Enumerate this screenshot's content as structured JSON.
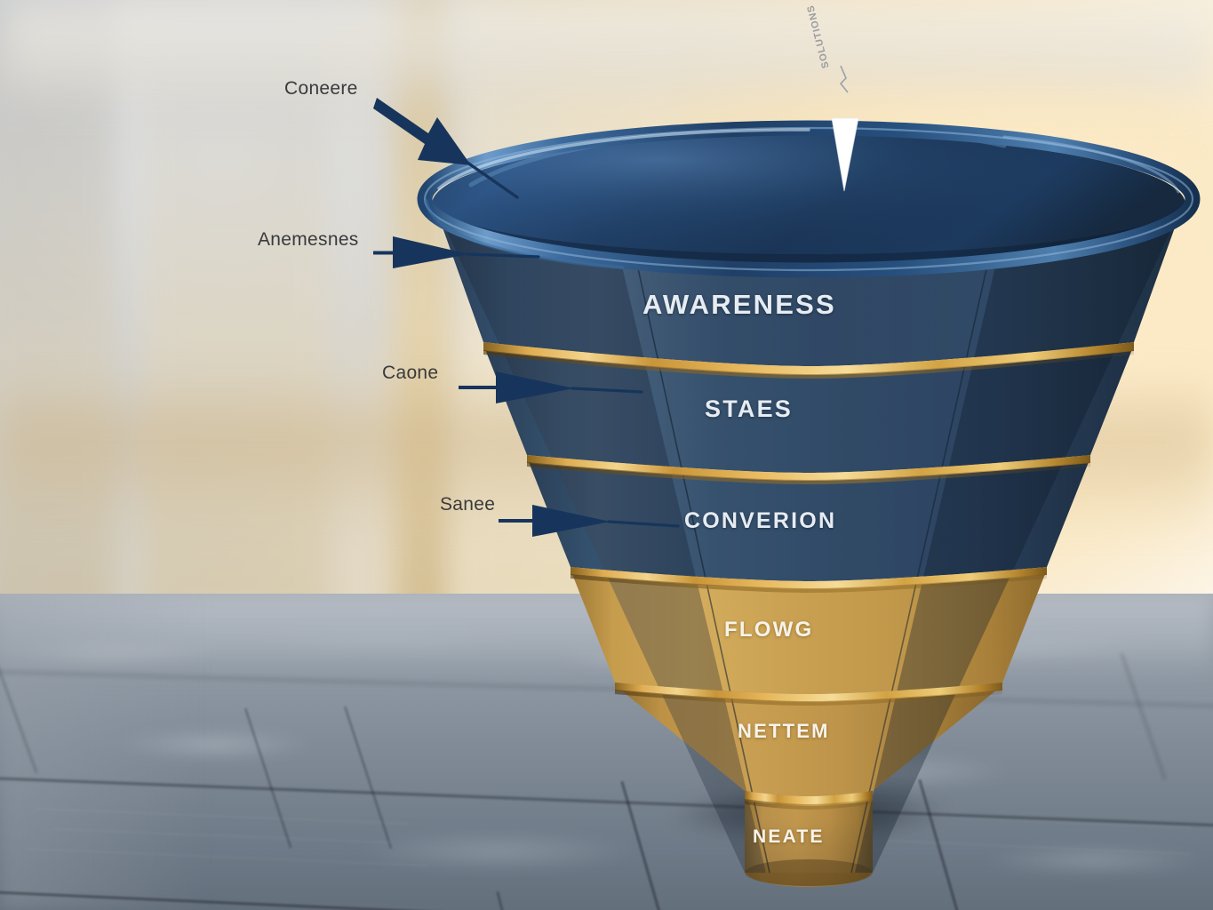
{
  "scene": {
    "type": "3d-marketing-funnel-photo",
    "title_text_visible": false
  },
  "funnel": {
    "stages": [
      {
        "id": "awareness",
        "label": "AWARENESS",
        "color_group": "navy",
        "fill": "#2e4560",
        "font_size": 31
      },
      {
        "id": "stages",
        "label": "STAES",
        "color_group": "navy",
        "fill": "#2f4762",
        "font_size": 27
      },
      {
        "id": "conversion",
        "label": "CONVERION",
        "color_group": "navy",
        "fill": "#304863",
        "font_size": 25
      },
      {
        "id": "flow",
        "label": "FLOWG",
        "color_group": "gold",
        "fill": "#c49a4a",
        "font_size": 24
      },
      {
        "id": "nettem",
        "label": "NETTEM",
        "color_group": "gold",
        "fill": "#b68f46",
        "font_size": 22
      },
      {
        "id": "neate",
        "label": "NEATE",
        "color_group": "gold",
        "fill": "#b4903f",
        "font_size": 21
      }
    ],
    "separator_color": "#d9a33c",
    "rim_color": "#24456d",
    "body_navy": "#2e4560",
    "body_gold": "#bd9548"
  },
  "callouts": [
    {
      "id": "callout-1",
      "label": "Coneere",
      "arrow": "angled-down-right"
    },
    {
      "id": "callout-2",
      "label": "Anemesnes",
      "arrow": "straight-right"
    },
    {
      "id": "callout-3",
      "label": "Caone",
      "arrow": "straight-right"
    },
    {
      "id": "callout-4",
      "label": "Sanee",
      "arrow": "straight-right"
    }
  ],
  "marker": {
    "id": "top-drop-marker",
    "shape": "white-downward-triangle",
    "vertical_text": "SOLUTIONS",
    "color": "#ffffff"
  },
  "palette": {
    "navy": "#2e4560",
    "navy_dark": "#1d3148",
    "gold": "#c49a4a",
    "gold_bright": "#e8b960",
    "arrow_navy": "#17355c",
    "label_text": "#3a3a3c",
    "stage_text": "#e6ecf3",
    "floor": "#7e8995",
    "background_warm": "#f6e9cd",
    "background_cool": "#cfd2d4"
  }
}
